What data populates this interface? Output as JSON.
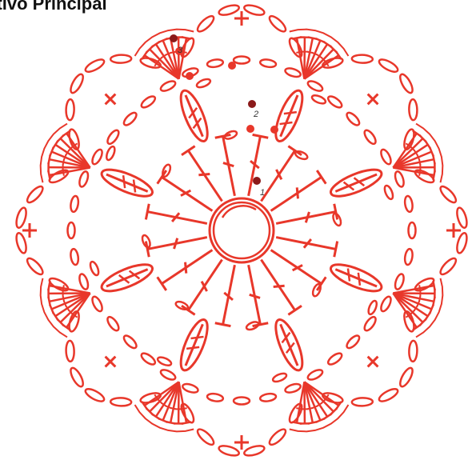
{
  "header": {
    "title": "otivo Principal"
  },
  "diagram": {
    "stroke_color": "#e8372a",
    "marker_color": "#e8372a",
    "dark_marker_color": "#8b1a1a",
    "row_labels": [
      "1",
      "2",
      "3"
    ]
  }
}
